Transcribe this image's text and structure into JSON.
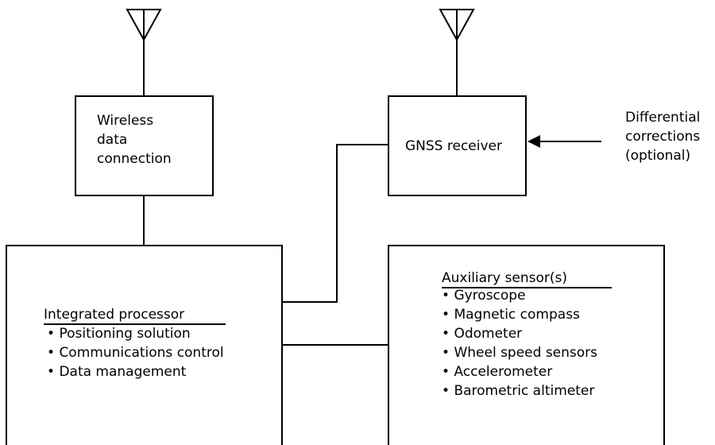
{
  "wireless": {
    "lines": [
      "Wireless",
      "data",
      "connection"
    ]
  },
  "gnss": {
    "label": "GNSS receiver"
  },
  "differential": {
    "lines": [
      "Differential",
      "corrections",
      "(optional)"
    ]
  },
  "processor": {
    "title": "Integrated processor",
    "items": [
      "Positioning solution",
      "Communications control",
      "Data management"
    ]
  },
  "sensors": {
    "title": "Auxiliary sensor(s)",
    "items": [
      "Gyroscope",
      "Magnetic compass",
      "Odometer",
      "Wheel speed sensors",
      "Accelerometer",
      "Barometric altimeter"
    ]
  }
}
